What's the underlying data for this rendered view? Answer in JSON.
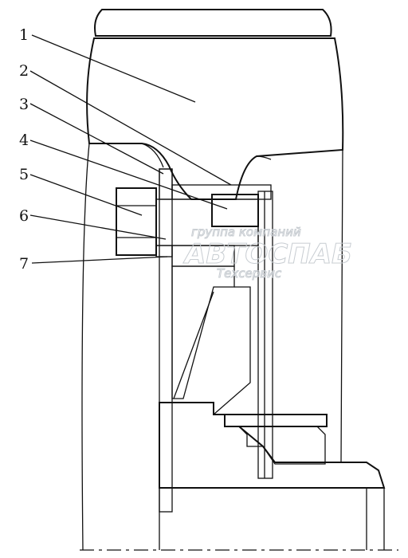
{
  "callouts": [
    {
      "id": "1",
      "text": "1"
    },
    {
      "id": "2",
      "text": "2"
    },
    {
      "id": "3",
      "text": "3"
    },
    {
      "id": "4",
      "text": "4"
    },
    {
      "id": "5",
      "text": "5"
    },
    {
      "id": "6",
      "text": "6"
    },
    {
      "id": "7",
      "text": "7"
    }
  ],
  "watermark": {
    "line1": "группа компаний",
    "line2": "АВТОСПАБ",
    "line3": "Техсервис"
  }
}
